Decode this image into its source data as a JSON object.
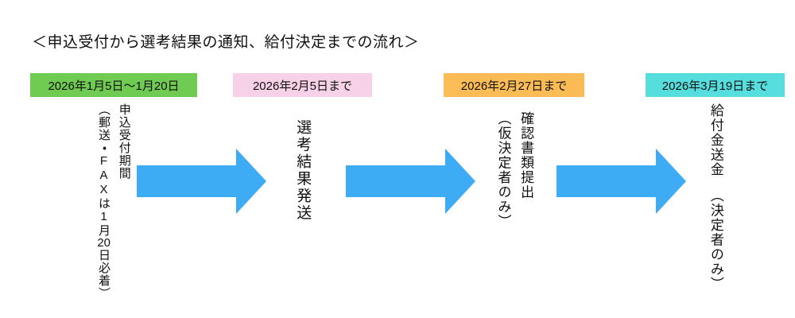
{
  "title": "＜申込受付から選考結果の通知、給付決定までの流れ＞",
  "colors": {
    "arrow": "#3EABF5",
    "text": "#111111",
    "background": "#FFFFFF"
  },
  "steps": [
    {
      "date": "2026年1月5日～1月20日",
      "date_bg": "#6FCB52",
      "label_main": "申込受付期間",
      "sub_prefix": "（郵送・FAXは1月",
      "sub_num": "20",
      "sub_suffix": "日必着）"
    },
    {
      "date": "2026年2月5日まで",
      "date_bg": "#F6D1E8",
      "label_main": "選考結果発送"
    },
    {
      "date": "2026年2月27日まで",
      "date_bg": "#FCBC55",
      "label_main": "確認書類提出",
      "label_sub": "（仮決定者のみ）"
    },
    {
      "date": "2026年3月19日まで",
      "date_bg": "#56DEDE",
      "label_main": "給付金送金",
      "label_sub": "（決定者のみ）"
    }
  ]
}
